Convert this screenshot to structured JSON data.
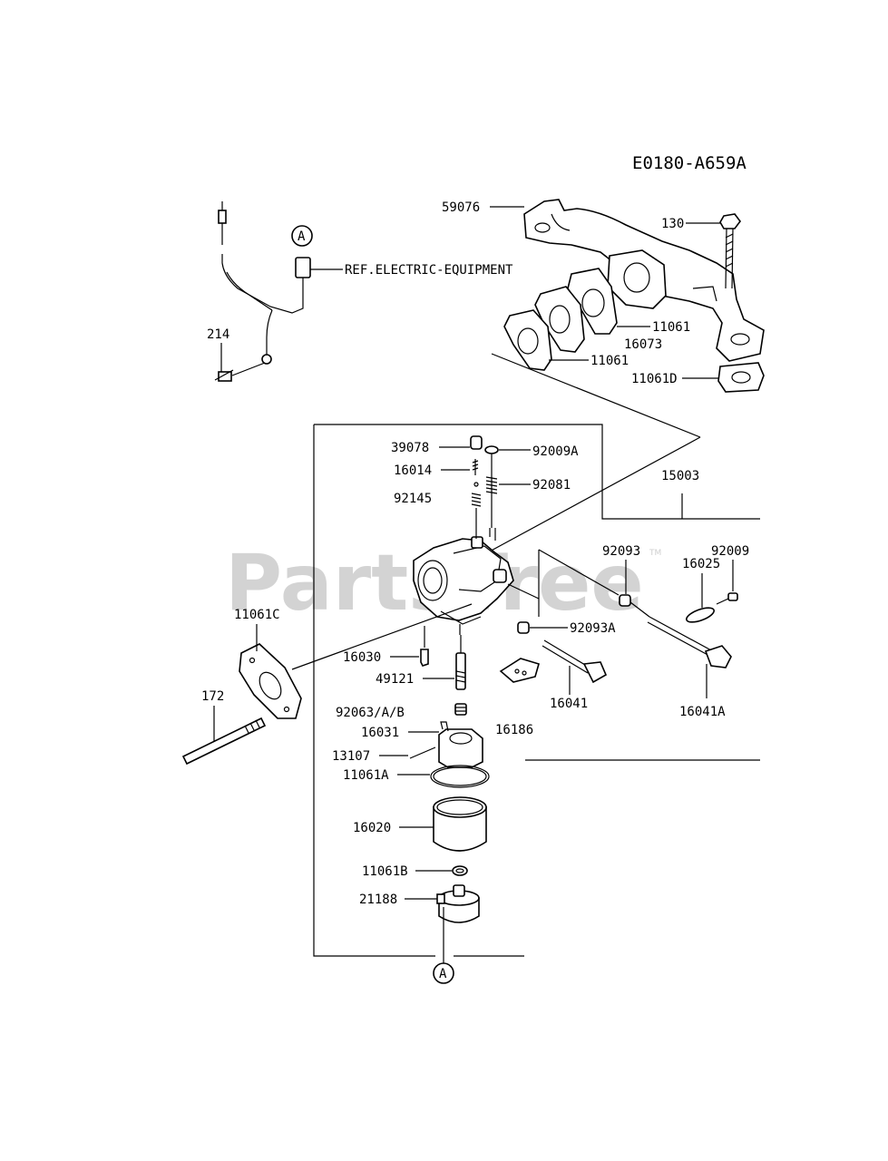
{
  "diagram_code": "E0180-A659A",
  "watermark": "PartsTree",
  "watermark_tm": "TM",
  "reference_note": "REF.ELECTRIC-EQUIPMENT",
  "marker_a": "A",
  "labels": {
    "p59076": "59076",
    "p130": "130",
    "p11061_upper": "11061",
    "p16073": "16073",
    "p11061_lower": "11061",
    "p11061D": "11061D",
    "p214": "214",
    "p39078": "39078",
    "p92009A": "92009A",
    "p16014": "16014",
    "p92081": "92081",
    "p92145": "92145",
    "p15003": "15003",
    "p92093": "92093",
    "p92009": "92009",
    "p16025": "16025",
    "p11061C": "11061C",
    "p16030": "16030",
    "p92093A": "92093A",
    "p49121": "49121",
    "p16041": "16041",
    "p16041A": "16041A",
    "p172": "172",
    "p92063": "92063/A/B",
    "p16031": "16031",
    "p16186": "16186",
    "p13107": "13107",
    "p11061A": "11061A",
    "p16020": "16020",
    "p11061B": "11061B",
    "p21188": "21188"
  }
}
